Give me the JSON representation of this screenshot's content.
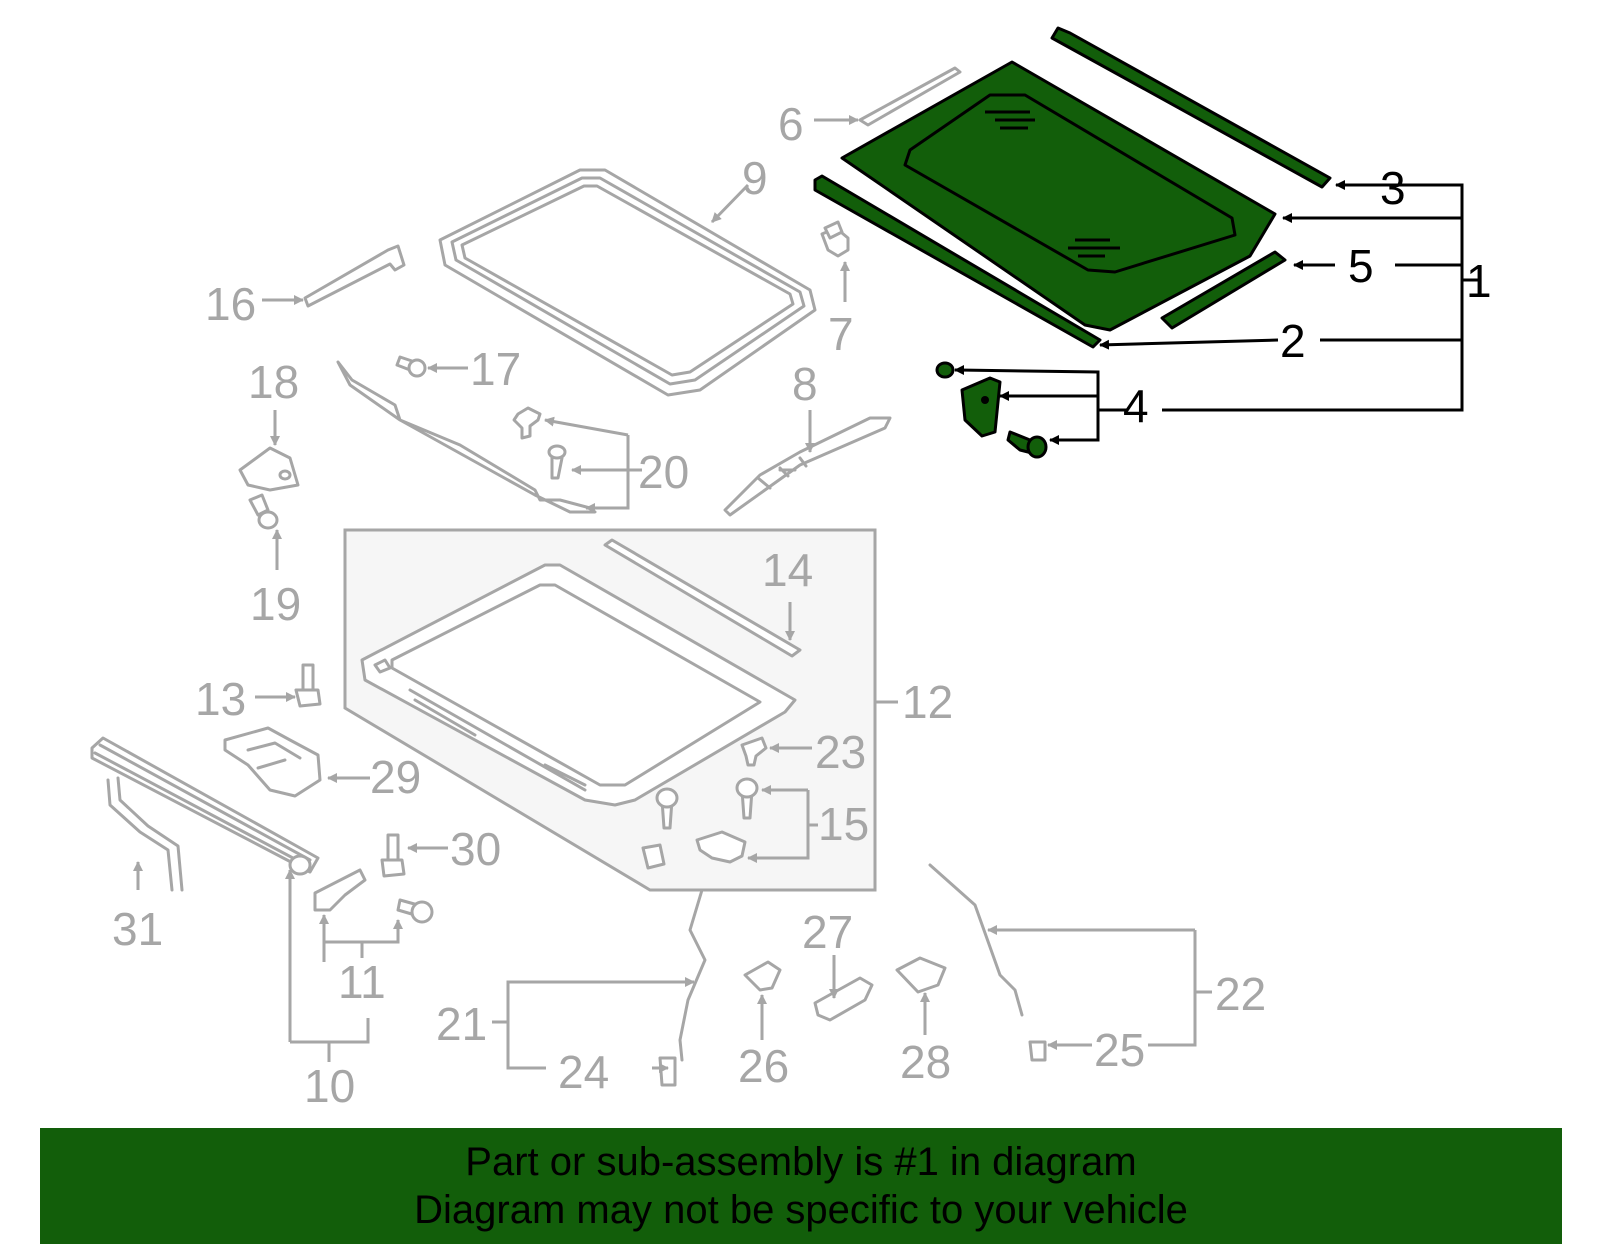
{
  "colors": {
    "highlight": "#125e0a",
    "part_outline_gray": "#a6a6a6",
    "text_black": "#000000"
  },
  "callouts": {
    "c1": "1",
    "c2": "2",
    "c3": "3",
    "c4": "4",
    "c5": "5",
    "c6": "6",
    "c7": "7",
    "c8": "8",
    "c9": "9",
    "c10": "10",
    "c11": "11",
    "c12": "12",
    "c13": "13",
    "c14": "14",
    "c15": "15",
    "c16": "16",
    "c17": "17",
    "c18": "18",
    "c19": "19",
    "c20": "20",
    "c21": "21",
    "c22": "22",
    "c23": "23",
    "c24": "24",
    "c25": "25",
    "c26": "26",
    "c27": "27",
    "c28": "28",
    "c29": "29",
    "c30": "30",
    "c31": "31"
  },
  "highlighted_parts": [
    "1",
    "2",
    "3",
    "4",
    "5"
  ],
  "banner": {
    "line1": "Part or sub-assembly is #1 in diagram",
    "line2": "Diagram may not be specific to your vehicle"
  }
}
